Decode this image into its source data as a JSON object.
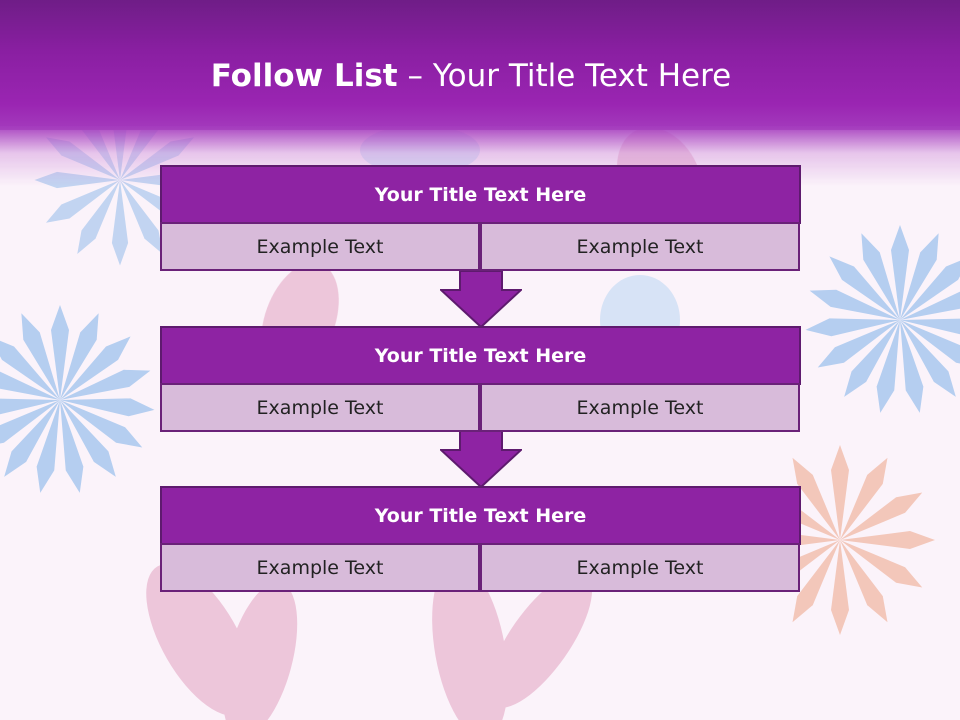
{
  "slide": {
    "title_bold": "Follow List",
    "title_rest": " – Your Title Text Here"
  },
  "blocks": [
    {
      "title": "Your Title Text Here",
      "left_text": "Example Text",
      "right_text": "Example Text"
    },
    {
      "title": "Your Title Text Here",
      "left_text": "Example Text",
      "right_text": "Example Text"
    },
    {
      "title": "Your Title Text Here",
      "left_text": "Example Text",
      "right_text": "Example Text"
    }
  ],
  "colors": {
    "header": "#8a1fa2",
    "block_title": "#8e23a3",
    "cell": "#d8bbda",
    "arrow": "#8e23a3"
  }
}
